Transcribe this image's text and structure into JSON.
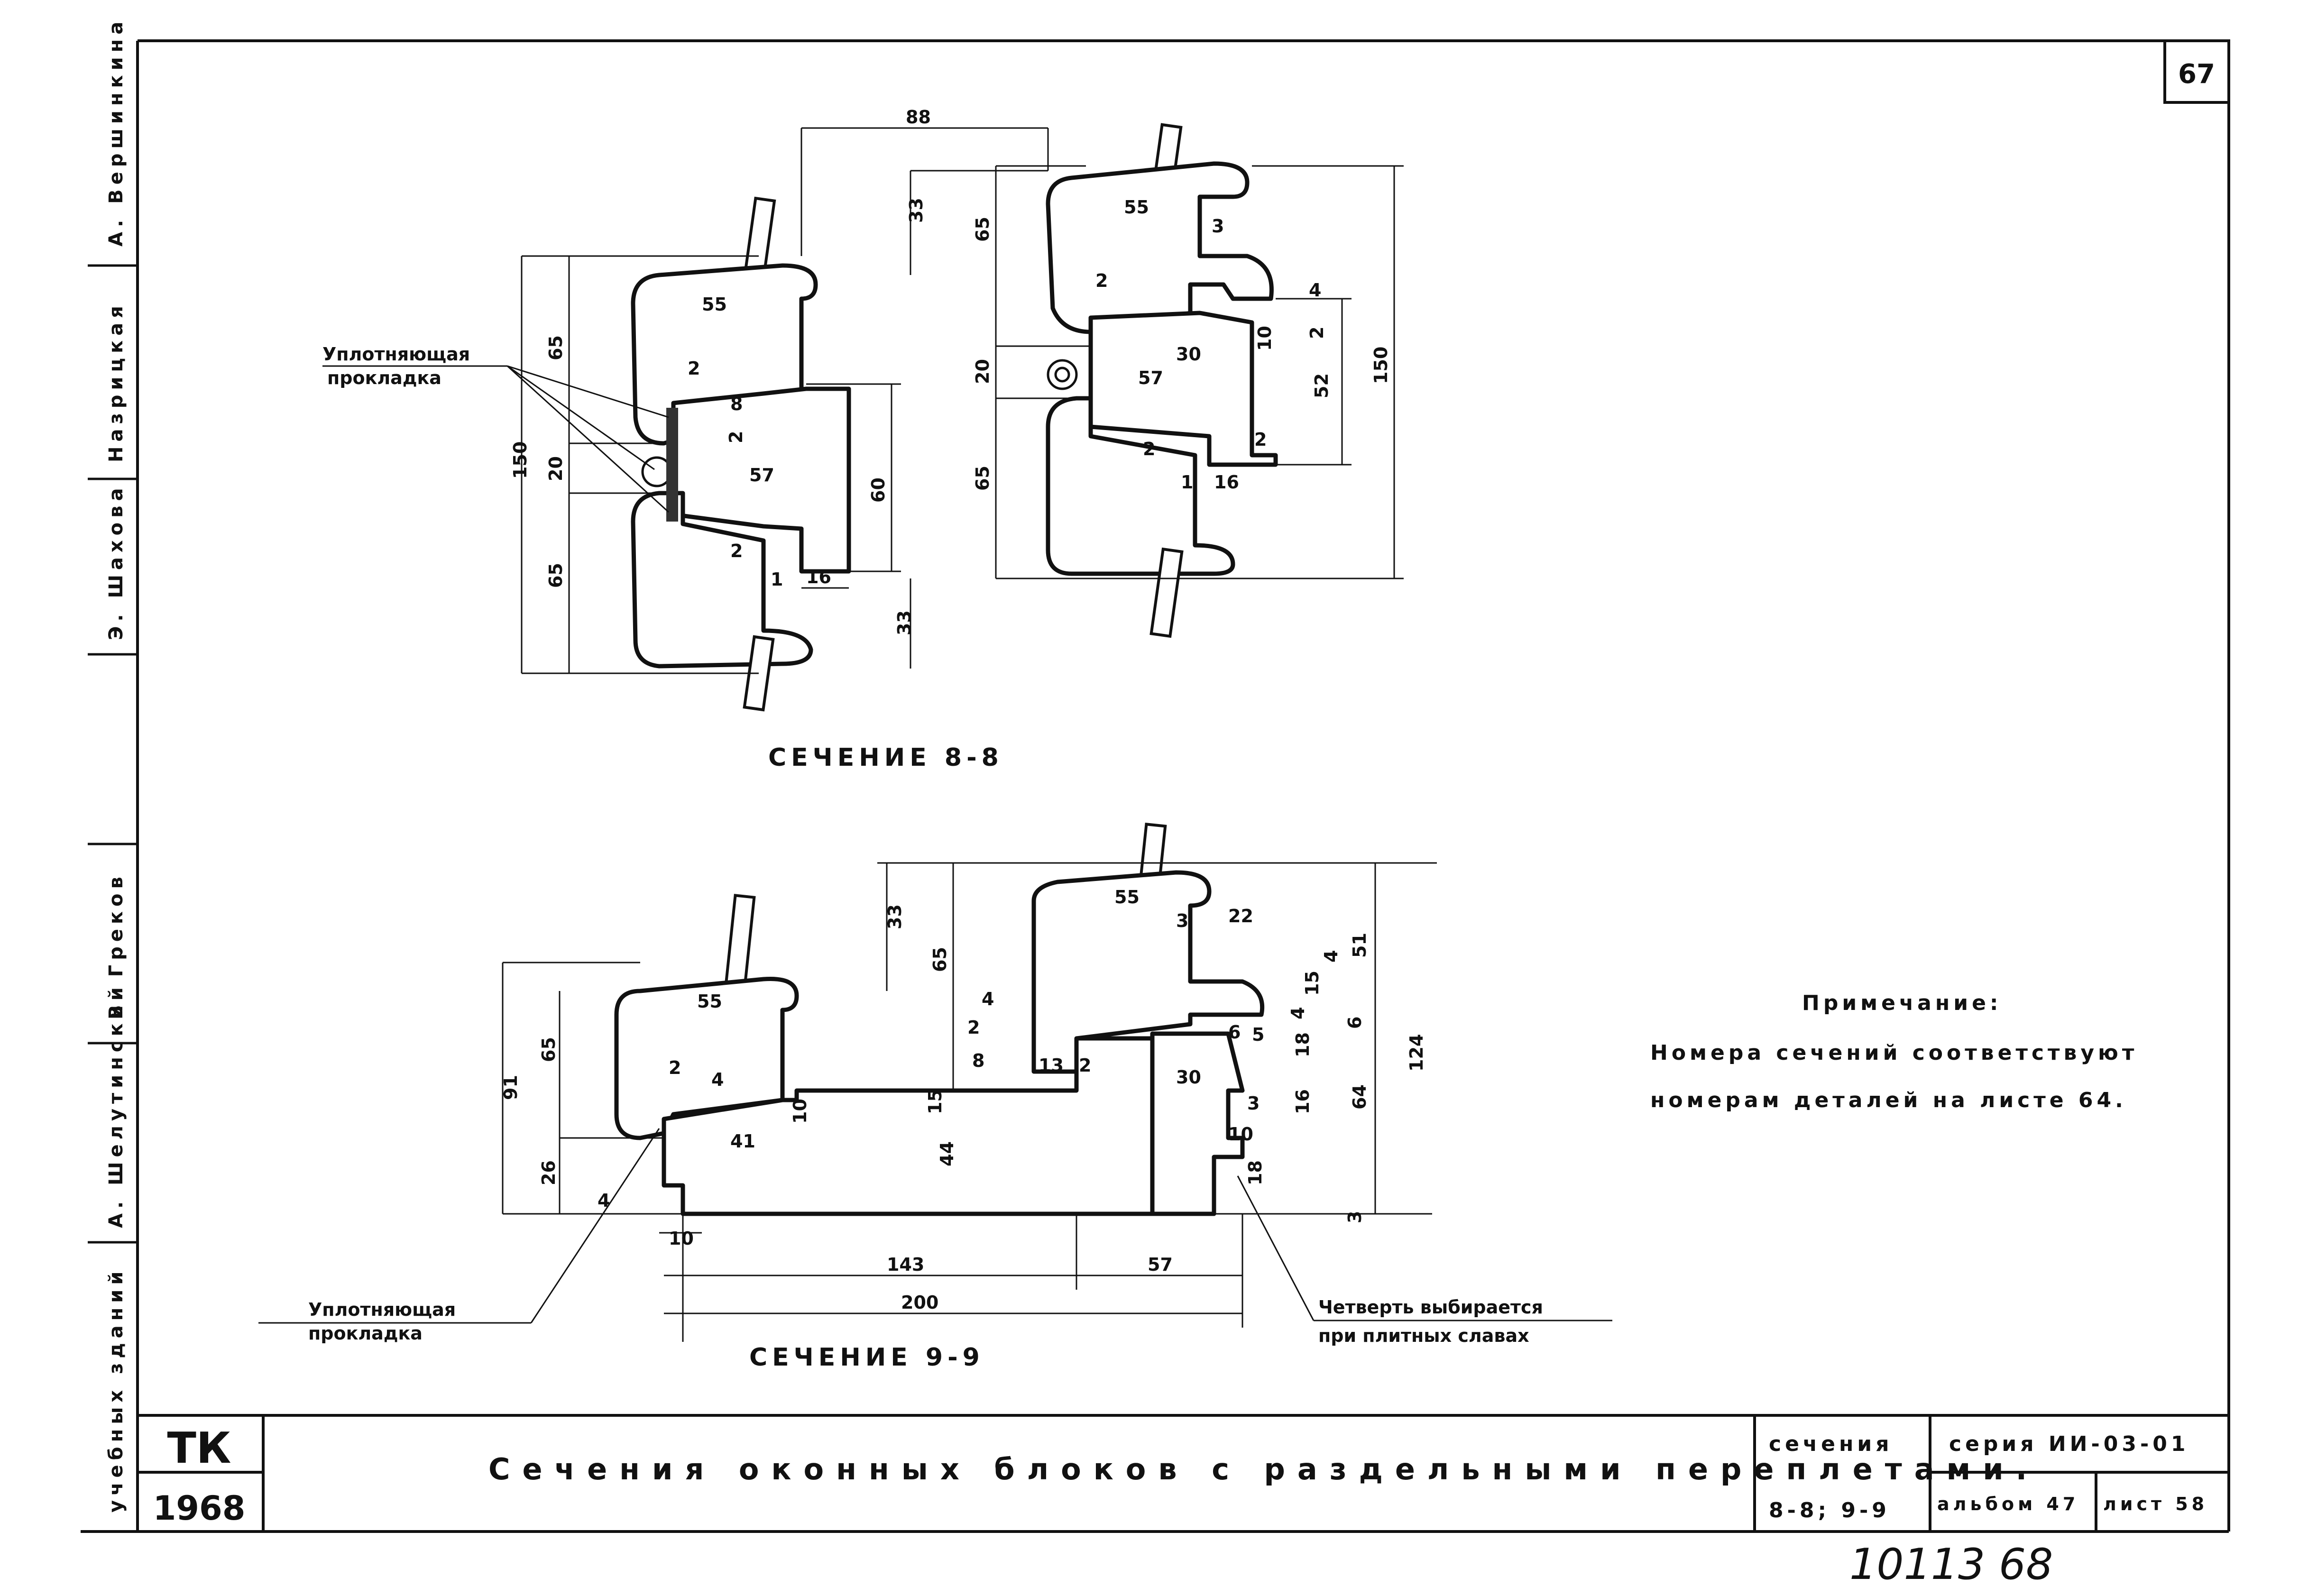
{
  "sheet": {
    "page_number": "67",
    "handwritten_number": "10113 68"
  },
  "side_stamp": {
    "names": [
      "А. Вершинкина",
      "Назрицкая",
      "Э. Шахова",
      "В. Греков",
      "А. Шелутинский",
      "учебных зданий"
    ]
  },
  "section_8": {
    "title": "СЕЧЕНИЕ 8-8",
    "label_seal": "Уплотняющая",
    "label_seal_2": "прокладка",
    "dims_left": [
      "150",
      "65",
      "20",
      "65",
      "55",
      "2",
      "8",
      "2",
      "57",
      "60",
      "2",
      "1",
      "16",
      "33"
    ],
    "dims_right": [
      "88",
      "33",
      "55",
      "3",
      "65",
      "2",
      "4",
      "20",
      "30",
      "10",
      "2",
      "150",
      "52",
      "57",
      "2",
      "65",
      "2",
      "1",
      "16"
    ]
  },
  "section_9": {
    "title": "СЕЧЕНИЕ 9-9",
    "label_seal": "Уплотняющая",
    "label_seal_2": "прокладка",
    "label_quarter": "Четверть выбирается",
    "label_quarter_2": "при плитных славах",
    "dims": [
      "33",
      "65",
      "55",
      "3",
      "22",
      "51",
      "15",
      "4",
      "4",
      "6",
      "124",
      "2",
      "4",
      "6",
      "5",
      "18",
      "8",
      "15",
      "13",
      "2",
      "30",
      "3",
      "16",
      "64",
      "91",
      "65",
      "55",
      "2",
      "4",
      "10",
      "41",
      "44",
      "10",
      "18",
      "26",
      "4",
      "10",
      "3",
      "143",
      "57",
      "200"
    ]
  },
  "note": {
    "heading": "Примечание:",
    "line1": "Номера сечений соответствуют",
    "line2": "номерам деталей на листе 64."
  },
  "title_block": {
    "org": "ТК",
    "year": "1968",
    "title": "Сечения оконных блоков с раздельными переплетами.",
    "sections_label": "сечения",
    "sections_value": "8-8; 9-9",
    "series": "серия ИИ-03-01",
    "album": "альбом 47",
    "sheet": "лист 58"
  }
}
